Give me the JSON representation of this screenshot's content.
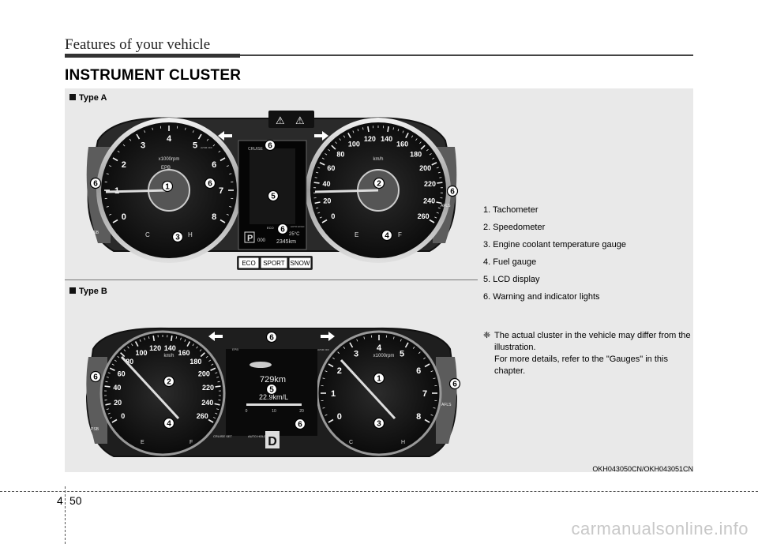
{
  "header": {
    "chapter_title": "Features of your vehicle"
  },
  "section": {
    "title": "INSTRUMENT CLUSTER"
  },
  "type_a": {
    "label": "Type A",
    "tacho_numbers": [
      "0",
      "1",
      "2",
      "3",
      "4",
      "5",
      "6",
      "7",
      "8"
    ],
    "tacho_unit": "x1000rpm",
    "speedo_numbers": [
      "0",
      "20",
      "40",
      "60",
      "80",
      "100",
      "120",
      "140",
      "160",
      "180",
      "200",
      "220",
      "240",
      "260"
    ],
    "speedo_unit": "km/h",
    "epb_text": "EPB",
    "cruise_text": "CRUISE",
    "auto_hold_text": "AUTO HOLD",
    "temp_text": "25°C",
    "odo_text": "000",
    "trip_text": "2345km",
    "gear_text": "P",
    "eco_text": "ECO",
    "tacho_side": [
      "C",
      "H"
    ],
    "fuel_side": [
      "E",
      "F"
    ],
    "modes": [
      "ECO",
      "SPORT",
      "SNOW"
    ],
    "left_side_text": "PSB",
    "right_side_text": "AFLS",
    "avsm_text": "AVSM OFF"
  },
  "type_b": {
    "label": "Type B",
    "speedo_numbers": [
      "0",
      "20",
      "40",
      "60",
      "80",
      "100",
      "120",
      "140",
      "160",
      "180",
      "200",
      "220",
      "240",
      "260"
    ],
    "speedo_unit": "km/h",
    "tacho_numbers": [
      "0",
      "1",
      "2",
      "3",
      "4",
      "5",
      "6",
      "7",
      "8"
    ],
    "tacho_unit": "x1000rpm",
    "range_text": "729km",
    "economy_text": "22.9km/L",
    "scale_labels": [
      "0",
      "10",
      "20"
    ],
    "gear_text": "D",
    "cruise_set_text": "CRUISE SET",
    "auto_hold_text": "AUTO HOLD",
    "epb_text": "EPB",
    "fuel_side": [
      "E",
      "F"
    ],
    "tacho_side": [
      "C",
      "H"
    ],
    "left_side_text": "PSB",
    "right_side_text": "AFLS",
    "avsm_text": "AVSM OFF"
  },
  "legend": {
    "items": [
      "1. Tachometer",
      "2. Speedometer",
      "3. Engine coolant temperature gauge",
      "4. Fuel gauge",
      "5. LCD display",
      "6. Warning and indicator lights"
    ]
  },
  "note": {
    "mark": "❈",
    "lines": [
      "The actual cluster in the vehicle may differ from the illustration.",
      "For more details, refer to the \"Gauges\" in this chapter."
    ]
  },
  "figure_code": "OKH043050CN/OKH043051CN",
  "footer": {
    "chapter": "4",
    "page": "50"
  },
  "watermark": "carmanualsonline.info"
}
